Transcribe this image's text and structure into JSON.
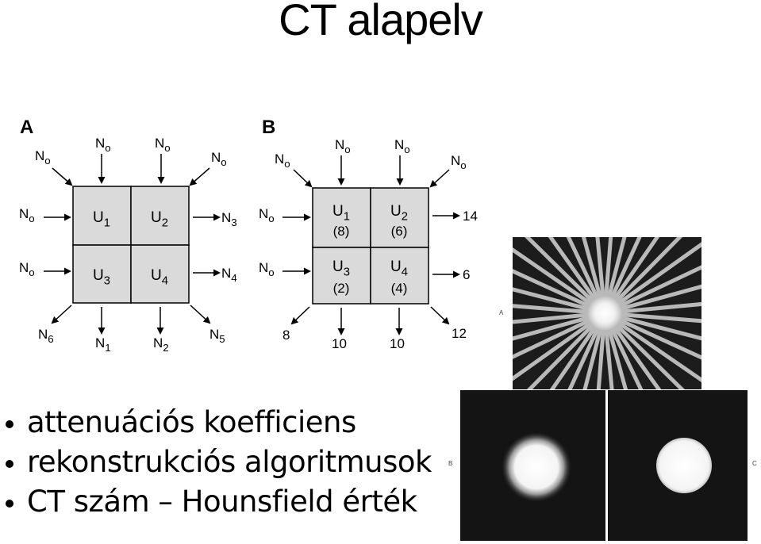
{
  "slide": {
    "title": "CT alapelv"
  },
  "diagram": {
    "A": {
      "label": "A",
      "cells": [
        "U1",
        "U2",
        "U3",
        "U4"
      ],
      "top_labels": [
        "No",
        "No",
        "No",
        "No"
      ],
      "left_labels": [
        "No",
        "No"
      ],
      "right_labels": [
        "N3",
        "N4"
      ],
      "bottom_labels": [
        "N6",
        "N1",
        "N2",
        "N5"
      ]
    },
    "B": {
      "label": "B",
      "cells": [
        "U1",
        "U2",
        "U3",
        "U4"
      ],
      "cell_values": [
        "(8)",
        "(6)",
        "(2)",
        "(4)"
      ],
      "top_labels": [
        "No",
        "No",
        "No",
        "No"
      ],
      "left_labels": [
        "No",
        "No"
      ],
      "right_labels": [
        "14",
        "6"
      ],
      "bottom_labels": [
        "8",
        "10",
        "10",
        "12"
      ]
    }
  },
  "bullets": [
    "attenuációs koefficiens",
    "rekonstrukciós algoritmusok",
    "CT szám – Hounsfield érték"
  ],
  "images": {
    "A": "A",
    "B": "B",
    "C": "C"
  },
  "colors": {
    "cell_fill": "#dadada",
    "panel_bg": "#111111"
  }
}
